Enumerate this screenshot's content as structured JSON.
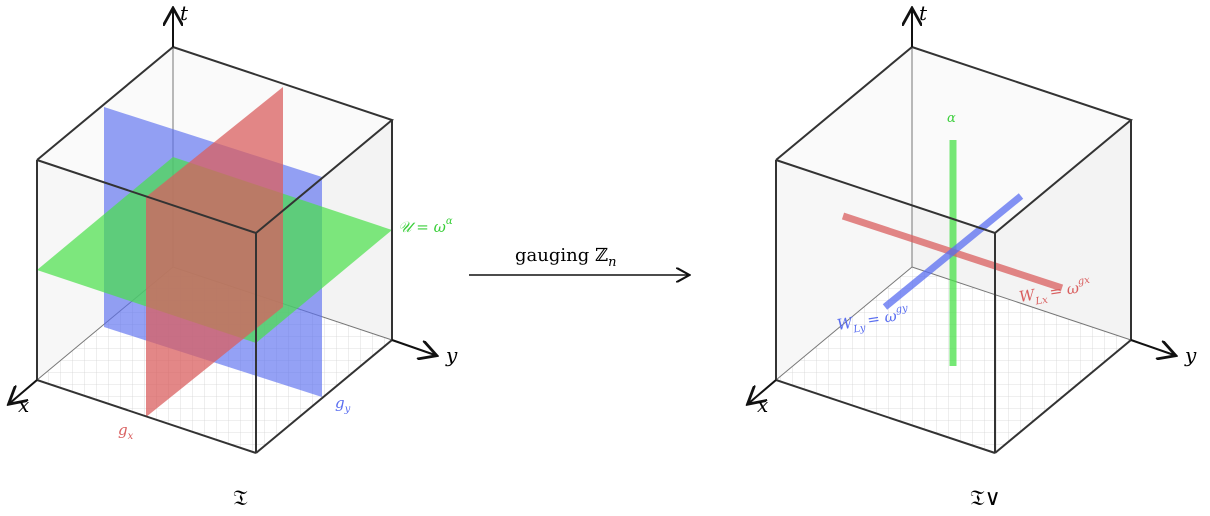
{
  "left_panel": {
    "axis_t": "t",
    "axis_x": "x",
    "axis_y": "y",
    "plane_alpha_label": "𝒰 = ω",
    "plane_alpha_sup": "α",
    "plane_gx_label": "g",
    "plane_gx_sub": "x",
    "plane_gy_label": "g",
    "plane_gy_sub": "y",
    "theory_label": "𝔗"
  },
  "arrow": {
    "label": "gauging ℤ",
    "label_sub": "n"
  },
  "right_panel": {
    "axis_t": "t",
    "axis_x": "x",
    "axis_y": "y",
    "line_alpha_label": "α",
    "line_x_label": "W",
    "line_x_sub": "Lx",
    "line_x_rhs": "= ω",
    "line_x_sup": "gx",
    "line_y_label": "W",
    "line_y_sub": "Ly",
    "line_y_rhs": "= ω",
    "line_y_sup": "gy",
    "theory_label": "𝔗∨"
  },
  "colors": {
    "red": "#d95f5f",
    "blue": "#5a6ef0",
    "green": "#48e048",
    "green_text": "#3ccf3c",
    "edge": "#333333"
  }
}
